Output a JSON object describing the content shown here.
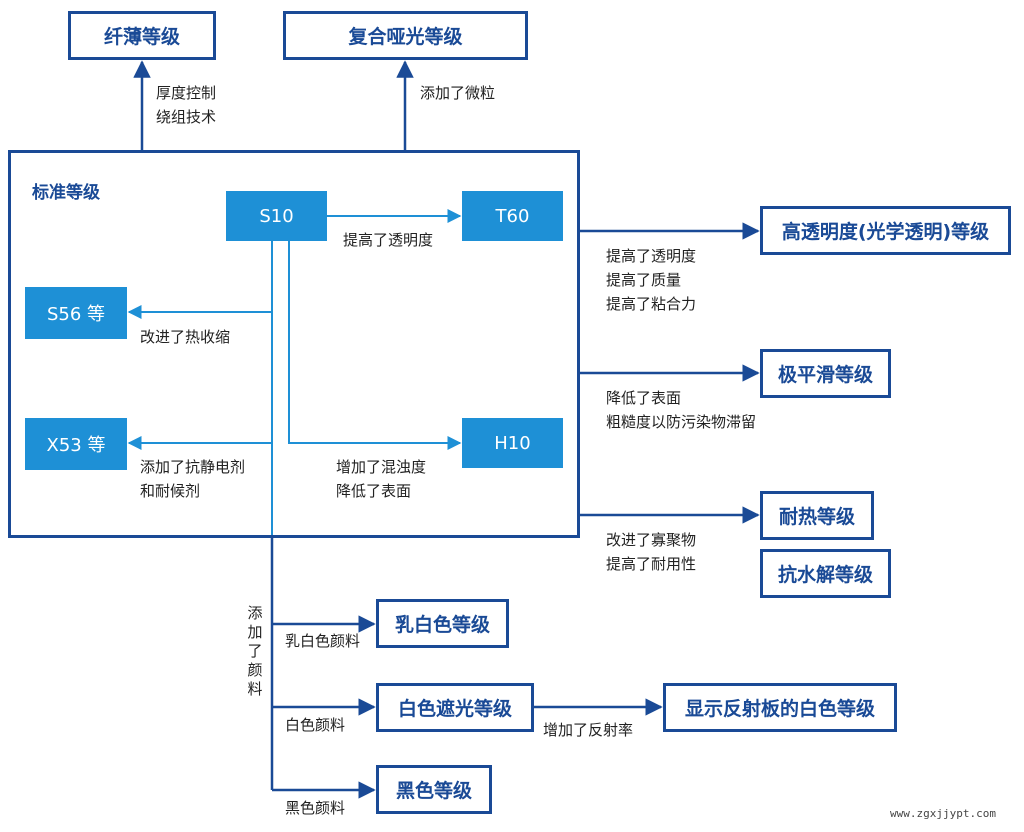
{
  "colors": {
    "dark_blue": "#1a4a96",
    "light_blue": "#1e90d6"
  },
  "standard": {
    "title": "标准等级"
  },
  "nodes": {
    "thin": "纤薄等级",
    "matte": "复合哑光等级",
    "s10": "S10",
    "t60": "T60",
    "s56": "S56 等",
    "x53": "X53 等",
    "h10": "H10",
    "high_clarity": "高透明度(光学透明)等级",
    "ultra_smooth": "极平滑等级",
    "heat": "耐热等级",
    "hydrolysis": "抗水解等级",
    "milky": "乳白色等级",
    "white_opaque": "白色遮光等级",
    "reflective_white": "显示反射板的白色等级",
    "black": "黑色等级"
  },
  "labels": {
    "thickness": [
      "厚度控制",
      "绕组技术"
    ],
    "particles": "添加了微粒",
    "s10_t60": "提高了透明度",
    "shrink": "改进了热收缩",
    "antistatic": [
      "添加了抗静电剂",
      "和耐候剂"
    ],
    "haze": [
      "增加了混浊度",
      "降低了表面"
    ],
    "clarity": [
      "提高了透明度",
      "提高了质量",
      "提高了粘合力"
    ],
    "smooth": [
      "降低了表面",
      "粗糙度以防污染物滞留"
    ],
    "oligomer": [
      "改进了寡聚物",
      "提高了耐用性"
    ],
    "pigment": "添加了颜料",
    "milky_pigment": "乳白色颜料",
    "white_pigment": "白色颜料",
    "reflectance": "增加了反射率",
    "black_pigment": "黑色颜料"
  },
  "watermark": "www.zgxjjypt.com"
}
